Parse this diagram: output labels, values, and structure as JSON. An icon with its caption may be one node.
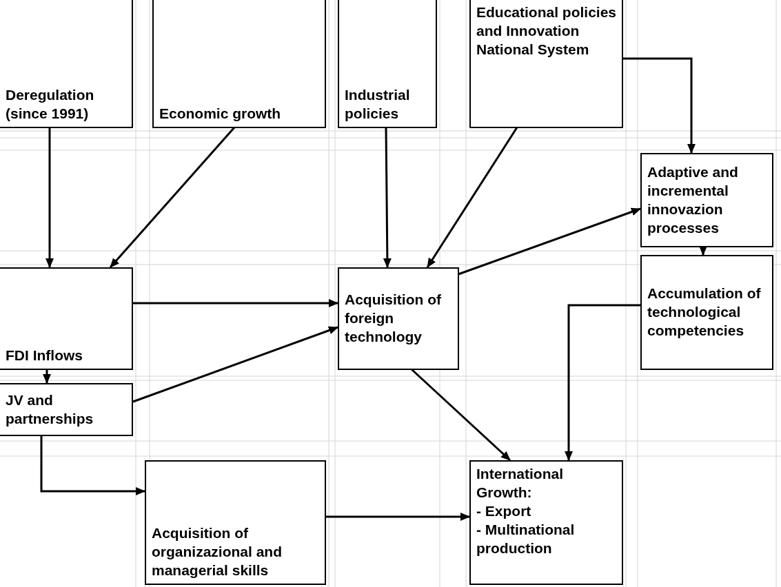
{
  "diagram": {
    "nodes": [
      {
        "text": [
          "Deregulation (since 1991)"
        ]
      },
      {
        "text": [
          "Economic growth"
        ]
      },
      {
        "text": [
          "Industrial policies"
        ]
      },
      {
        "text": [
          "Educational policies and Innovation National System"
        ]
      },
      {
        "text": [
          "Adaptive and incremental innovazion processes"
        ]
      },
      {
        "text": [
          "FDI Inflows"
        ]
      },
      {
        "text": [
          "Acquisition of foreign technology"
        ]
      },
      {
        "text": [
          "Accumulation of technological competencies"
        ]
      },
      {
        "text": [
          "JV and partnerships"
        ]
      },
      {
        "text": [
          "Acquisition of organizazional and managerial skills"
        ]
      },
      {
        "text": [
          "International Growth:",
          "- Export",
          "- Multinational production"
        ]
      }
    ],
    "edges": [
      {
        "from": 0,
        "to": 5,
        "arrow": "to"
      },
      {
        "from": 1,
        "to": 5,
        "arrow": "to"
      },
      {
        "from": 2,
        "to": 6,
        "arrow": "to"
      },
      {
        "from": 3,
        "to": 6,
        "arrow": "to"
      },
      {
        "from": 3,
        "to": 4,
        "arrow": "to"
      },
      {
        "from": 6,
        "to": 4,
        "arrow": "to"
      },
      {
        "from": 5,
        "to": 6,
        "arrow": "to"
      },
      {
        "from": 8,
        "to": 6,
        "arrow": "to"
      },
      {
        "from": 5,
        "to": 8,
        "arrow": "to"
      },
      {
        "from": 4,
        "to": 7,
        "arrow": "to"
      },
      {
        "from": 7,
        "to": 10,
        "arrow": "to"
      },
      {
        "from": 6,
        "to": 10,
        "arrow": "to"
      },
      {
        "from": 8,
        "to": 9,
        "arrow": "to"
      },
      {
        "from": 9,
        "to": 10,
        "arrow": "to"
      }
    ]
  }
}
